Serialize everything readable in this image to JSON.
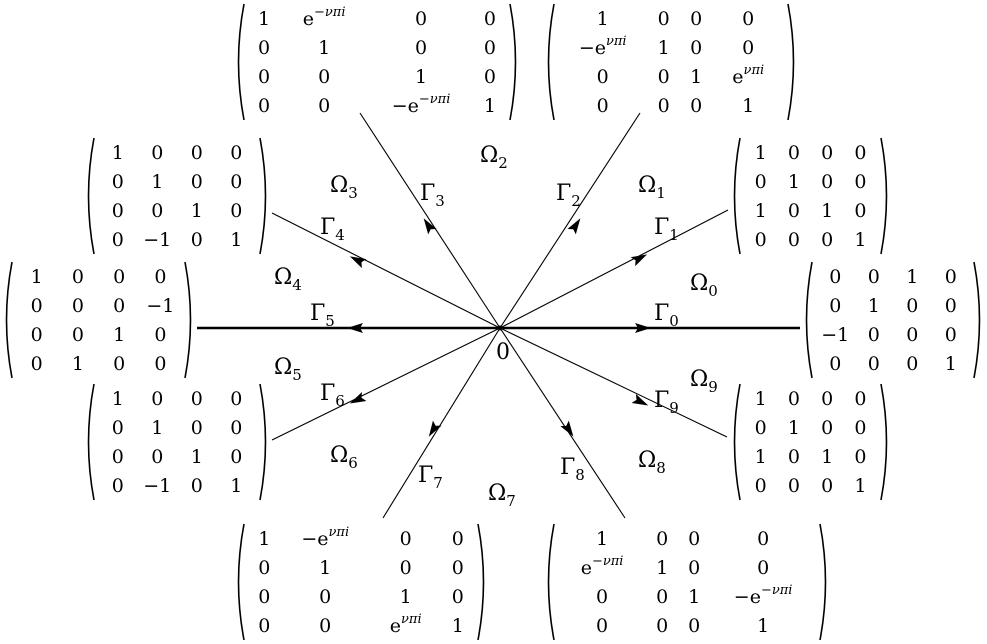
{
  "origin_label": "0",
  "contours": [
    {
      "name": "Γ",
      "sub": "0"
    },
    {
      "name": "Γ",
      "sub": "1"
    },
    {
      "name": "Γ",
      "sub": "2"
    },
    {
      "name": "Γ",
      "sub": "3"
    },
    {
      "name": "Γ",
      "sub": "4"
    },
    {
      "name": "Γ",
      "sub": "5"
    },
    {
      "name": "Γ",
      "sub": "6"
    },
    {
      "name": "Γ",
      "sub": "7"
    },
    {
      "name": "Γ",
      "sub": "8"
    },
    {
      "name": "Γ",
      "sub": "9"
    }
  ],
  "regions": [
    {
      "name": "Ω",
      "sub": "0"
    },
    {
      "name": "Ω",
      "sub": "1"
    },
    {
      "name": "Ω",
      "sub": "2"
    },
    {
      "name": "Ω",
      "sub": "3"
    },
    {
      "name": "Ω",
      "sub": "4"
    },
    {
      "name": "Ω",
      "sub": "5"
    },
    {
      "name": "Ω",
      "sub": "6"
    },
    {
      "name": "Ω",
      "sub": "7"
    },
    {
      "name": "Ω",
      "sub": "8"
    },
    {
      "name": "Ω",
      "sub": "9"
    }
  ],
  "matrices": [
    {
      "contour": "Γ0",
      "rows": [
        [
          "0",
          "0",
          "1",
          "0"
        ],
        [
          "0",
          "1",
          "0",
          "0"
        ],
        [
          "−1",
          "0",
          "0",
          "0"
        ],
        [
          "0",
          "0",
          "0",
          "1"
        ]
      ]
    },
    {
      "contour": "Γ1",
      "rows": [
        [
          "1",
          "0",
          "0",
          "0"
        ],
        [
          "0",
          "1",
          "0",
          "0"
        ],
        [
          "1",
          "0",
          "1",
          "0"
        ],
        [
          "0",
          "0",
          "0",
          "1"
        ]
      ]
    },
    {
      "contour": "Γ2",
      "rows": [
        [
          "1",
          "0",
          "0",
          "0"
        ],
        [
          "−e^{νπi}",
          "1",
          "0",
          "0"
        ],
        [
          "0",
          "0",
          "1",
          "e^{νπi}"
        ],
        [
          "0",
          "0",
          "0",
          "1"
        ]
      ]
    },
    {
      "contour": "Γ3",
      "rows": [
        [
          "1",
          "e^{−νπi}",
          "0",
          "0"
        ],
        [
          "0",
          "1",
          "0",
          "0"
        ],
        [
          "0",
          "0",
          "1",
          "0"
        ],
        [
          "0",
          "0",
          "−e^{−νπi}",
          "1"
        ]
      ]
    },
    {
      "contour": "Γ4",
      "rows": [
        [
          "1",
          "0",
          "0",
          "0"
        ],
        [
          "0",
          "1",
          "0",
          "0"
        ],
        [
          "0",
          "0",
          "1",
          "0"
        ],
        [
          "0",
          "−1",
          "0",
          "1"
        ]
      ]
    },
    {
      "contour": "Γ5",
      "rows": [
        [
          "1",
          "0",
          "0",
          "0"
        ],
        [
          "0",
          "0",
          "0",
          "−1"
        ],
        [
          "0",
          "0",
          "1",
          "0"
        ],
        [
          "0",
          "1",
          "0",
          "0"
        ]
      ]
    },
    {
      "contour": "Γ6",
      "rows": [
        [
          "1",
          "0",
          "0",
          "0"
        ],
        [
          "0",
          "1",
          "0",
          "0"
        ],
        [
          "0",
          "0",
          "1",
          "0"
        ],
        [
          "0",
          "−1",
          "0",
          "1"
        ]
      ]
    },
    {
      "contour": "Γ7",
      "rows": [
        [
          "1",
          "−e^{νπi}",
          "0",
          "0"
        ],
        [
          "0",
          "1",
          "0",
          "0"
        ],
        [
          "0",
          "0",
          "1",
          "0"
        ],
        [
          "0",
          "0",
          "e^{νπi}",
          "1"
        ]
      ]
    },
    {
      "contour": "Γ8",
      "rows": [
        [
          "1",
          "0",
          "0",
          "0"
        ],
        [
          "e^{−νπi}",
          "1",
          "0",
          "0"
        ],
        [
          "0",
          "0",
          "1",
          "−e^{−νπi}"
        ],
        [
          "0",
          "0",
          "0",
          "1"
        ]
      ]
    },
    {
      "contour": "Γ9",
      "rows": [
        [
          "1",
          "0",
          "0",
          "0"
        ],
        [
          "0",
          "1",
          "0",
          "0"
        ],
        [
          "1",
          "0",
          "1",
          "0"
        ],
        [
          "0",
          "0",
          "0",
          "1"
        ]
      ]
    }
  ]
}
